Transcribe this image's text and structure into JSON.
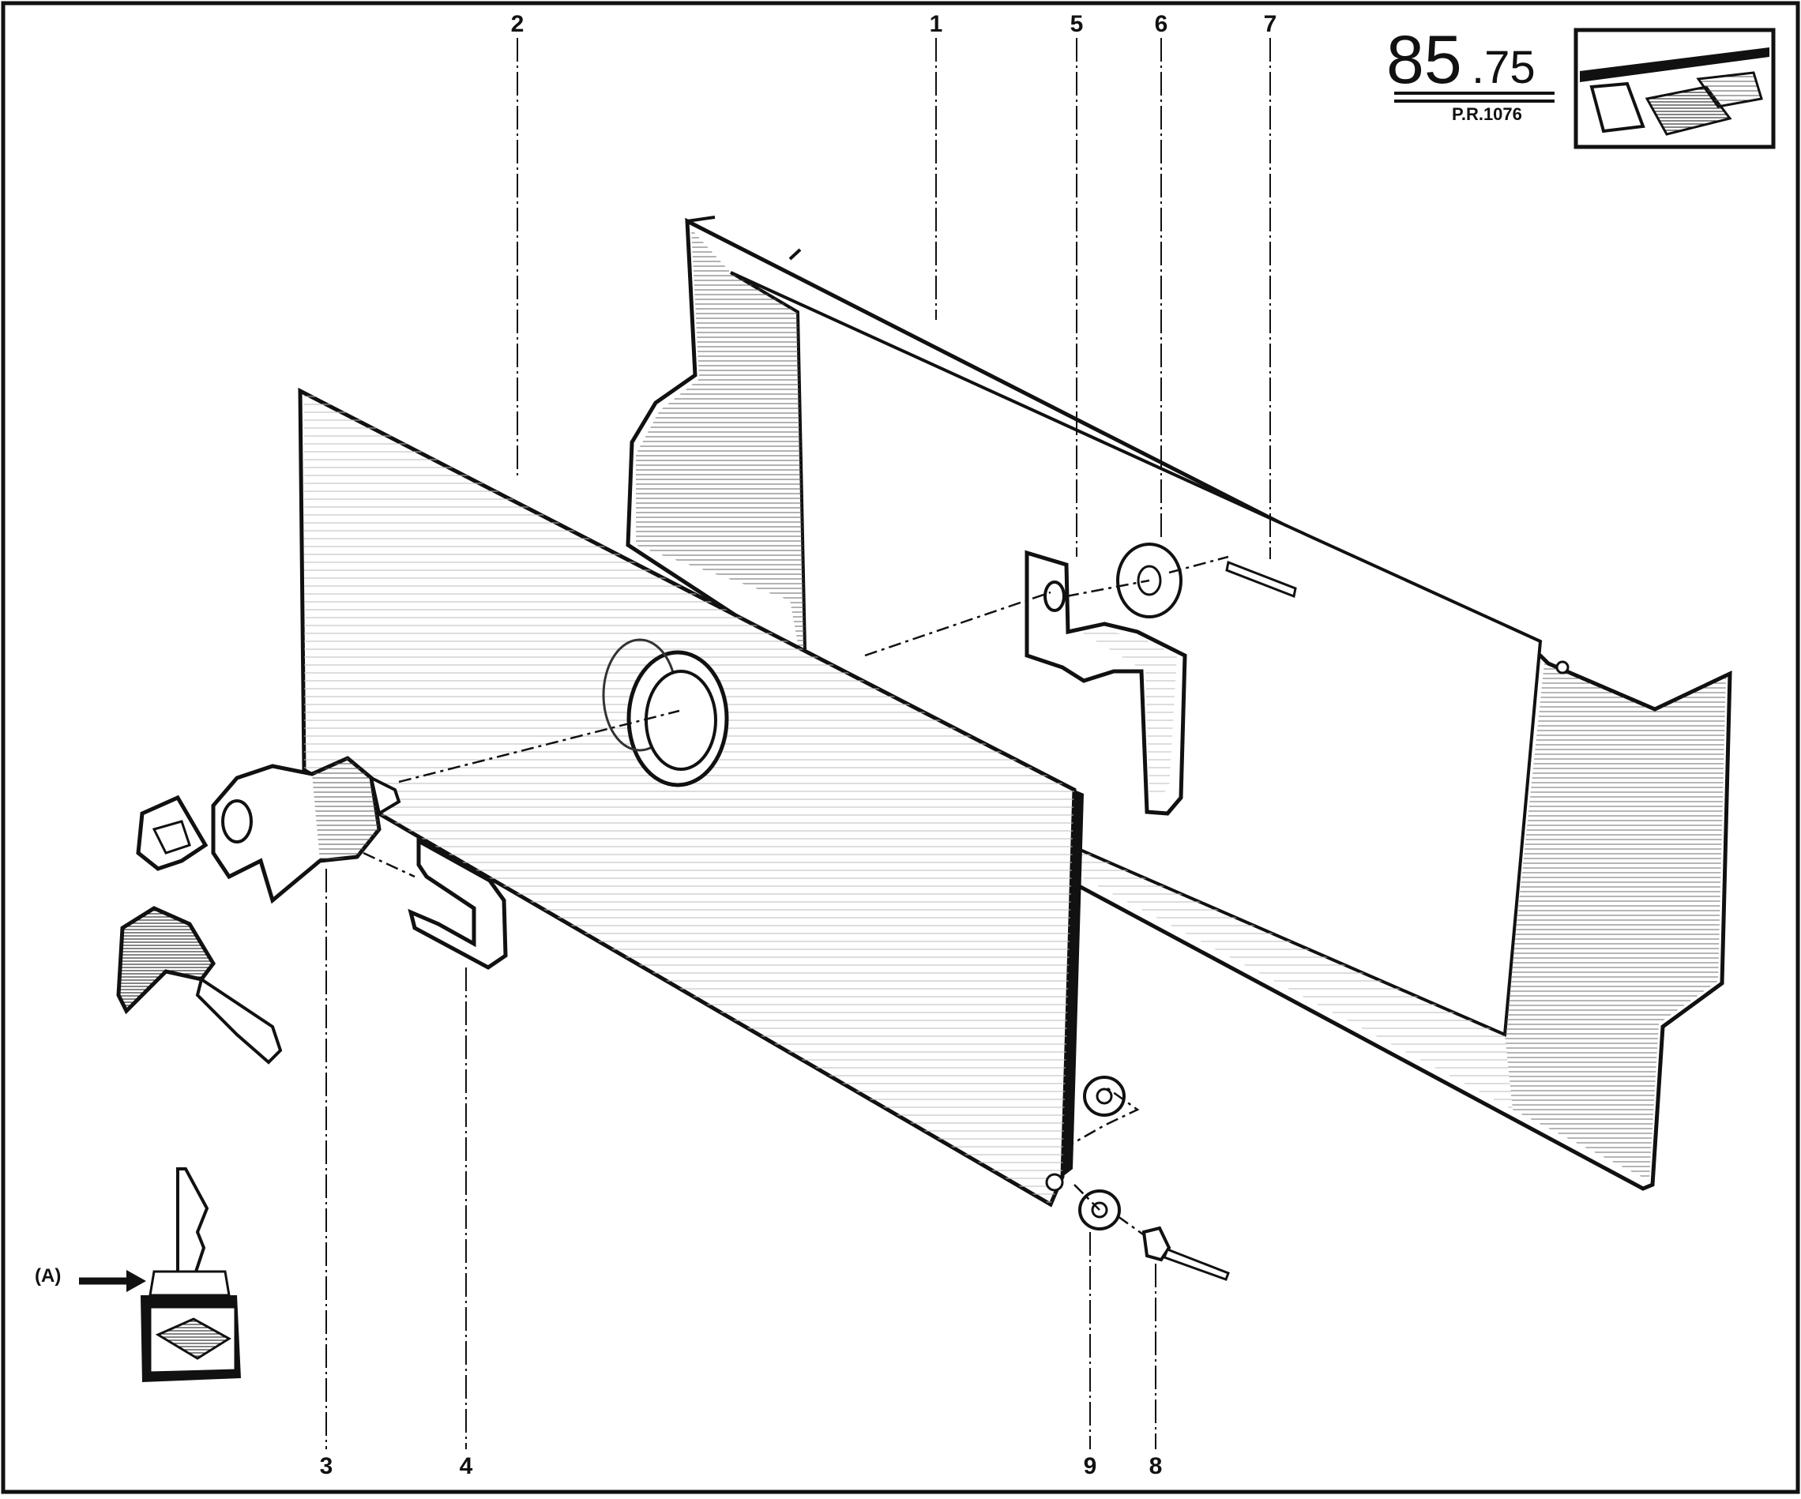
{
  "reference": {
    "number_major": "85",
    "number_minor": ".75",
    "code": "P.R.1076"
  },
  "callouts": {
    "c1": "1",
    "c2": "2",
    "c3": "3",
    "c4": "4",
    "c5": "5",
    "c6": "6",
    "c7": "7",
    "c8": "8",
    "c9": "9"
  },
  "inset": {
    "label": "(A)"
  }
}
